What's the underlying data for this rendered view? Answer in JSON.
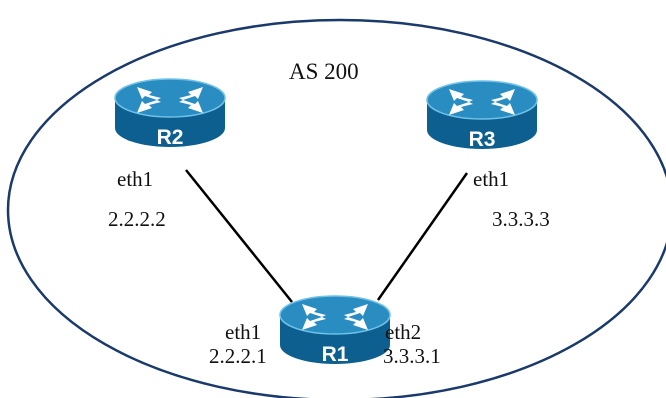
{
  "as_label": "AS 200",
  "colors": {
    "router_top": "#2a8dc2",
    "router_side": "#0d5f90",
    "router_rim": "#6fc1e8",
    "arrow": "#ffffff",
    "ellipse_stroke": "#1a3a6b",
    "link": "#000000"
  },
  "routers": {
    "r1": {
      "name": "R1",
      "icon": "router-icon"
    },
    "r2": {
      "name": "R2",
      "icon": "router-icon"
    },
    "r3": {
      "name": "R3",
      "icon": "router-icon"
    }
  },
  "interfaces": {
    "r2_eth1": {
      "name": "eth1",
      "ip": "2.2.2.2"
    },
    "r3_eth1": {
      "name": "eth1",
      "ip": "3.3.3.3"
    },
    "r1_eth1": {
      "name": "eth1",
      "ip": "2.2.2.1"
    },
    "r1_eth2": {
      "name": "eth2",
      "ip": "3.3.3.1"
    }
  },
  "links": [
    {
      "from": "R2",
      "to": "R1"
    },
    {
      "from": "R3",
      "to": "R1"
    }
  ]
}
